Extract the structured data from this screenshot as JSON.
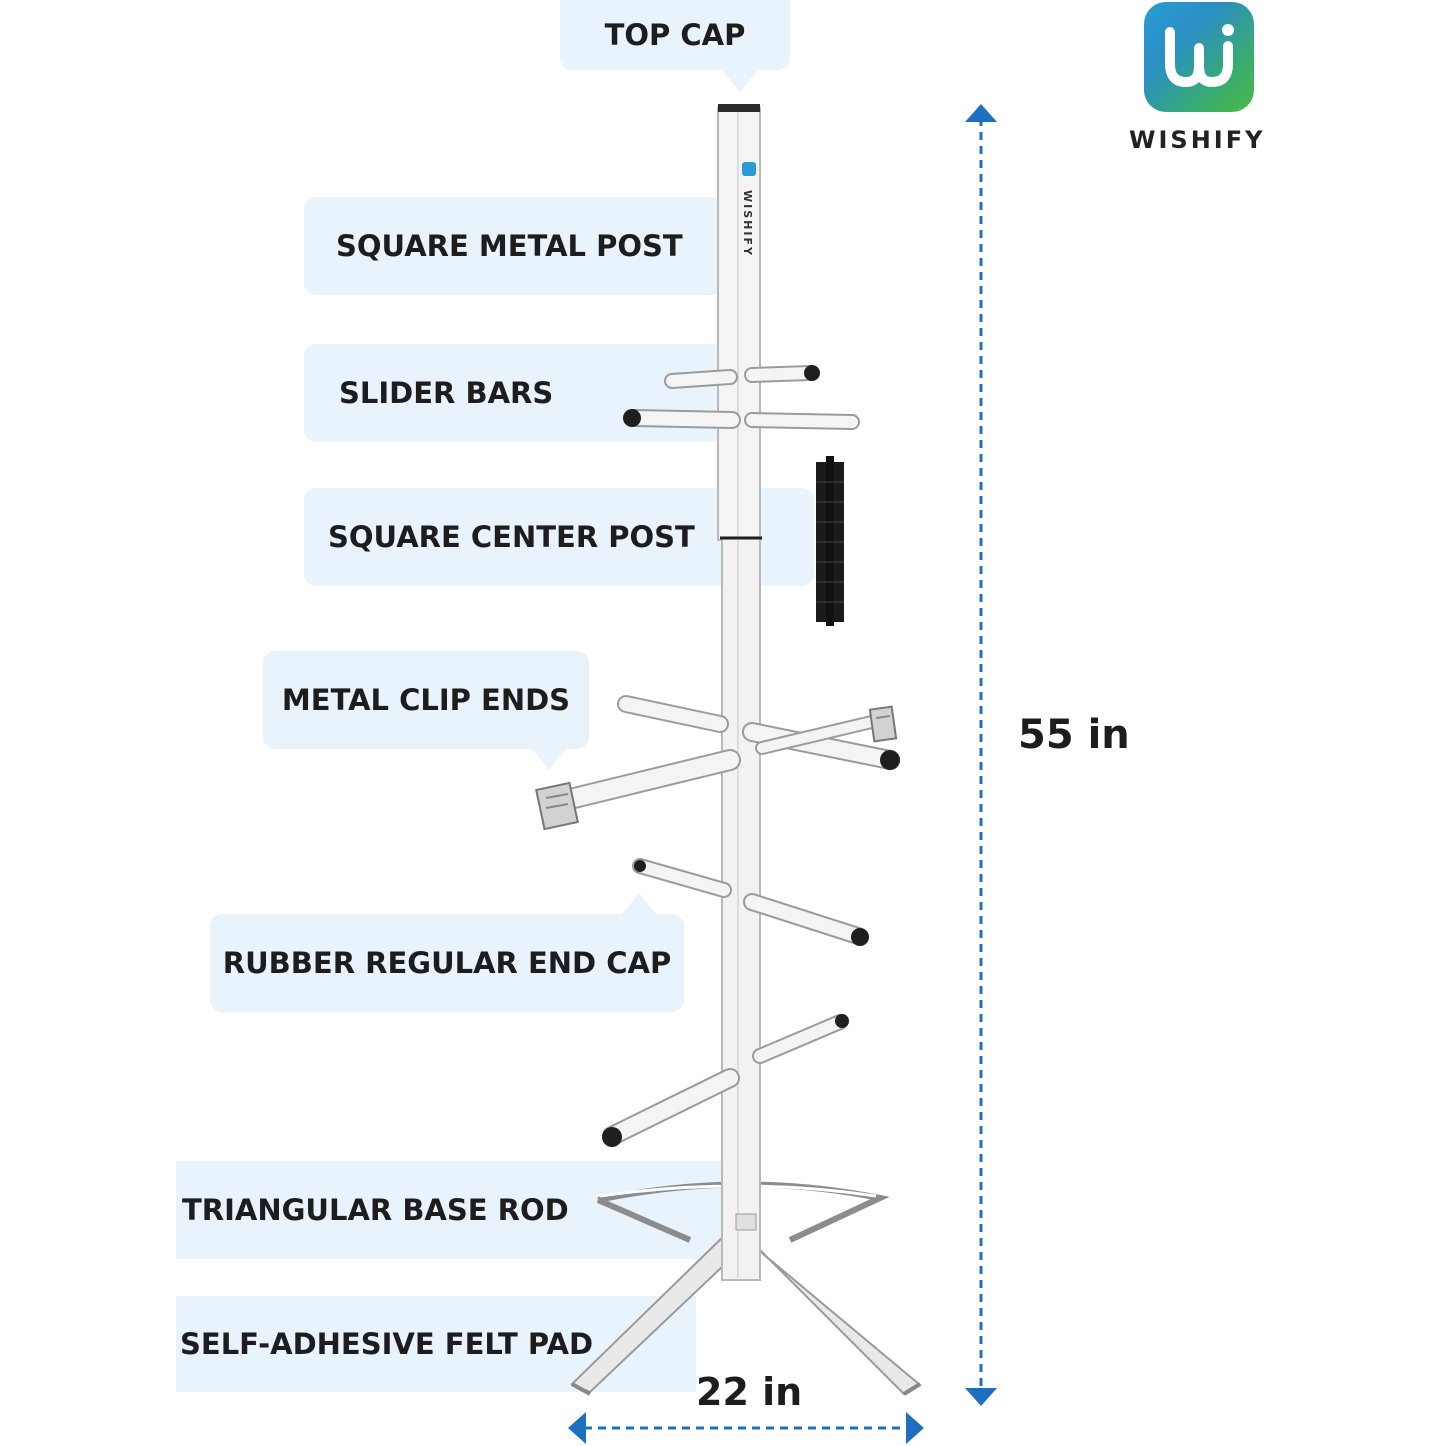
{
  "brand": {
    "name": "WISHIFY",
    "post_mark": "WISHIFY"
  },
  "labels": {
    "top_cap": "TOP CAP",
    "square_metal_post": "SQUARE METAL POST",
    "slider_bars": "SLIDER BARS",
    "square_center_post": "SQUARE CENTER POST",
    "metal_clip_ends": "METAL CLIP ENDS",
    "rubber_end_cap": "RUBBER REGULAR END CAP",
    "triangular_base_rod": "TRIANGULAR BASE ROD",
    "felt_pad": "SELF-ADHESIVE FELT PAD"
  },
  "dimensions": {
    "height": "55 in",
    "width": "22 in"
  },
  "colors": {
    "label_bg": "#e8f3fc",
    "arrow": "#1f6fc1",
    "post": "#f2f2f2",
    "text": "#1d1d1d"
  },
  "icons": {
    "logo": "wishify-logo-icon"
  }
}
